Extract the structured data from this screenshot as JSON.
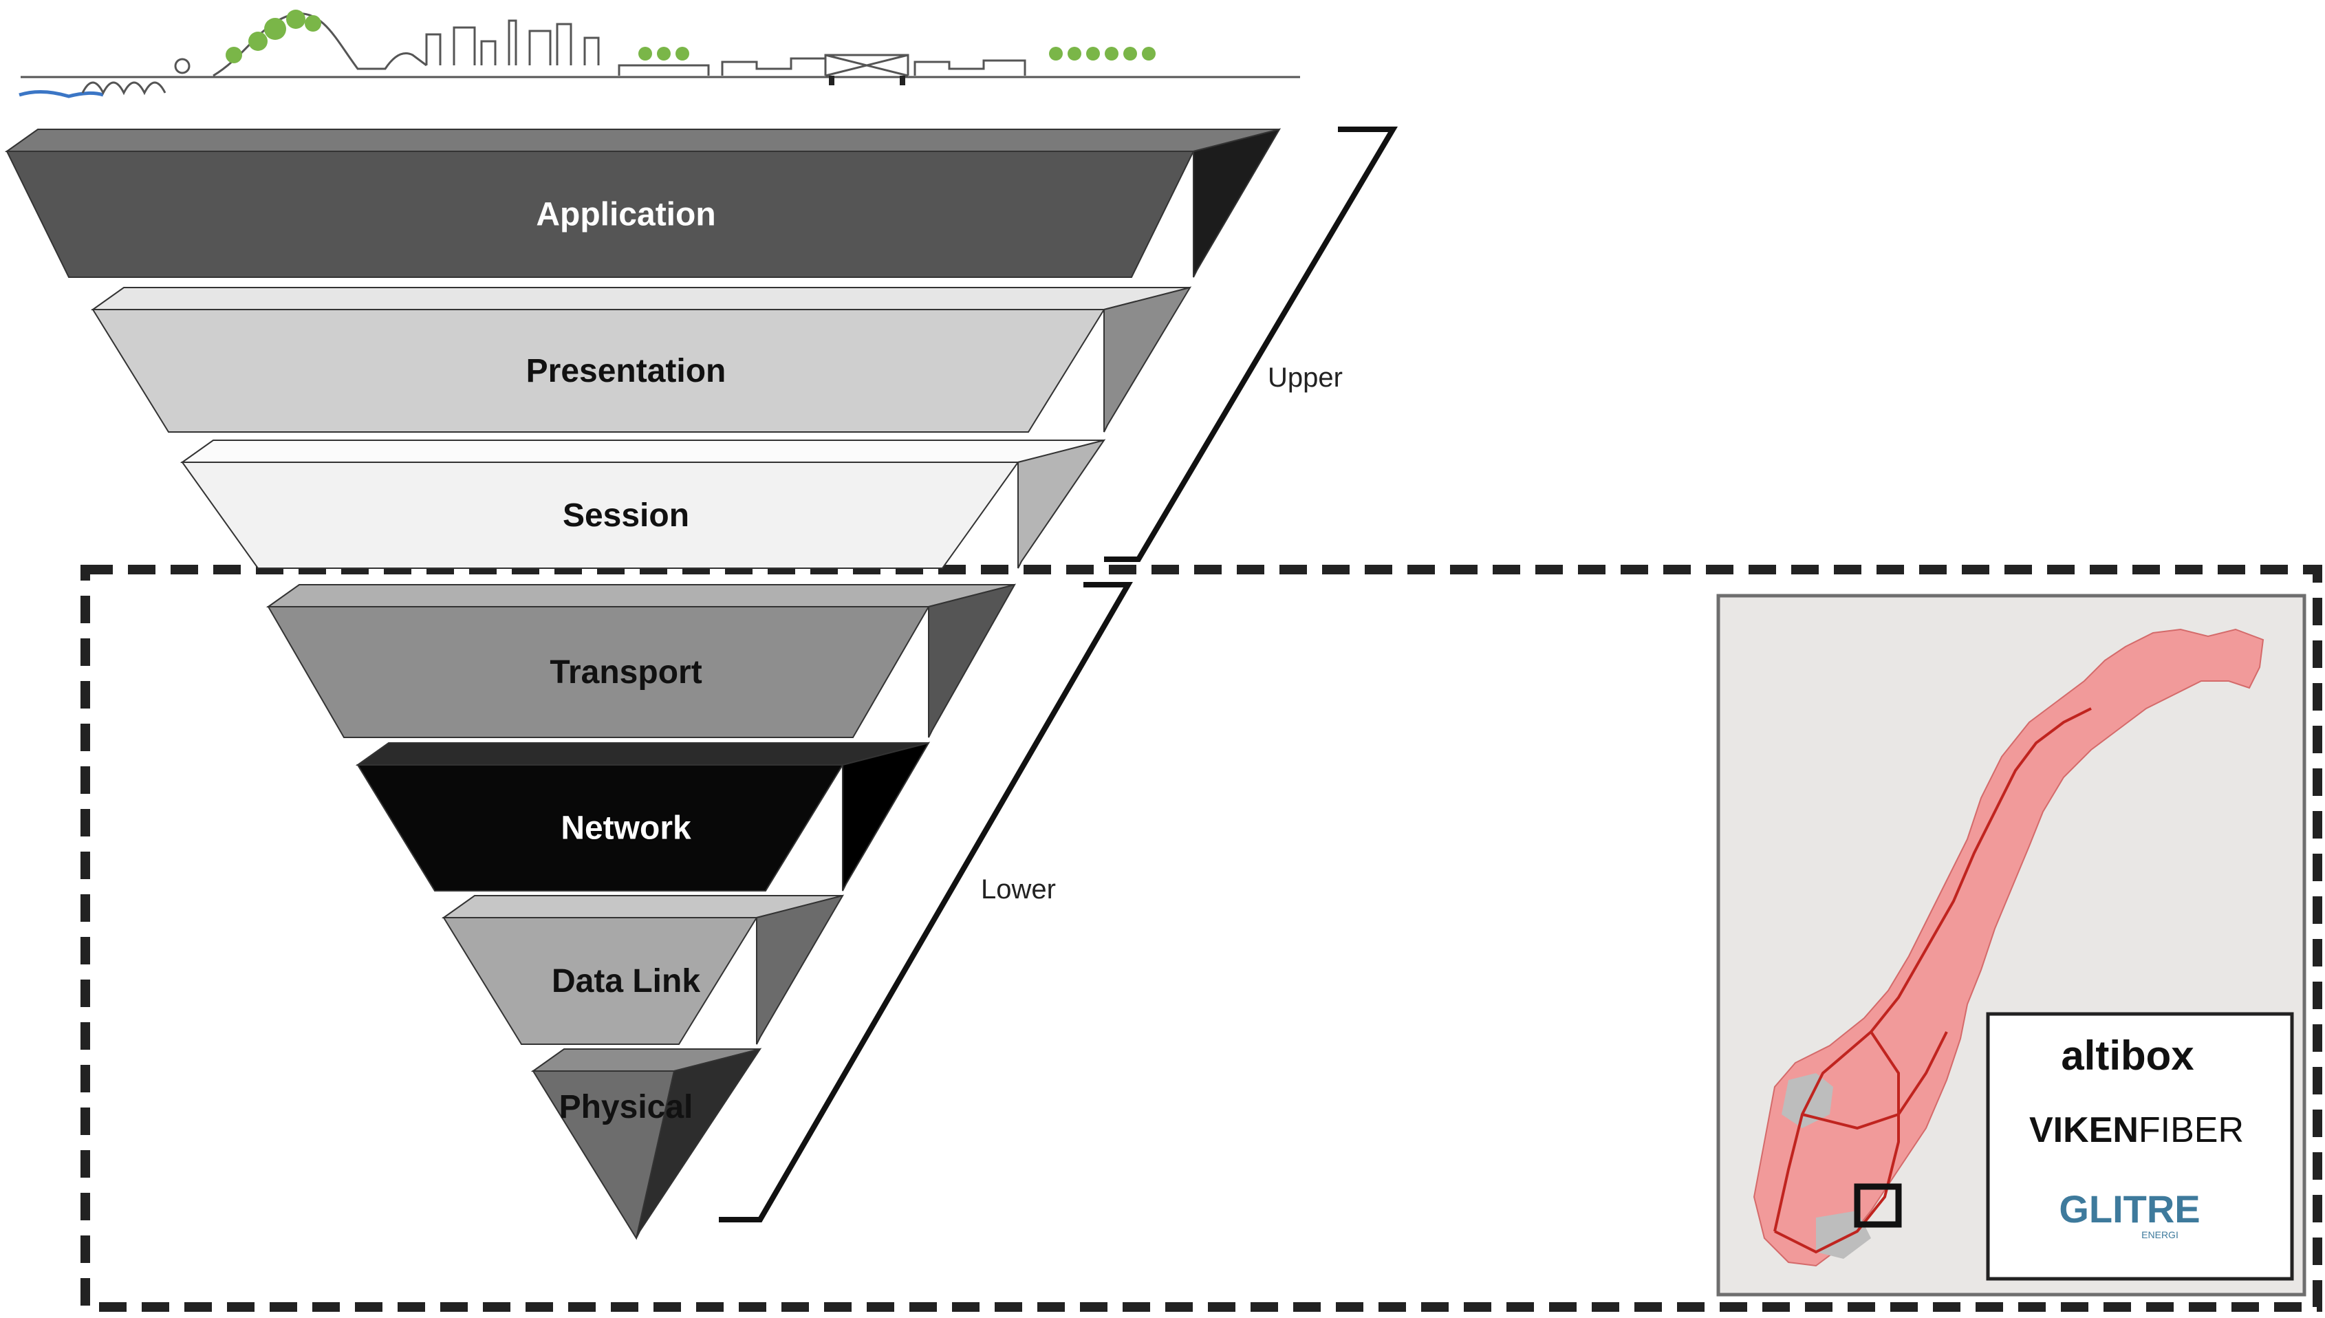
{
  "diagram": {
    "layers": [
      {
        "name": "Application",
        "face": "#555555",
        "top": "#7a7a7a",
        "side": "#1c1c1c",
        "text": "#ffffff"
      },
      {
        "name": "Presentation",
        "face": "#cfcfcf",
        "top": "#e6e6e6",
        "side": "#8c8c8c",
        "text": "#111111"
      },
      {
        "name": "Session",
        "face": "#f2f2f2",
        "top": "#fbfbfb",
        "side": "#b5b5b5",
        "text": "#111111"
      },
      {
        "name": "Transport",
        "face": "#8e8e8e",
        "top": "#b0b0b0",
        "side": "#555555",
        "text": "#111111"
      },
      {
        "name": "Network",
        "face": "#080808",
        "top": "#2b2b2b",
        "side": "#000000",
        "text": "#ffffff"
      },
      {
        "name": "Data Link",
        "face": "#a8a8a8",
        "top": "#c6c6c6",
        "side": "#6b6b6b",
        "text": "#111111"
      },
      {
        "name": "Physical",
        "face": "#6d6d6d",
        "top": "#8d8d8d",
        "side": "#2d2d2d",
        "text": "#111111"
      }
    ],
    "brackets": {
      "upper": "Upper",
      "lower": "Lower"
    }
  },
  "map_legend": {
    "logos": [
      "altibox",
      "VIKEN",
      "FIBER",
      "GLITRE",
      "ENERGI"
    ]
  },
  "colors": {
    "map_background": "#e9e7e5",
    "norway_fill": "#f19a9a",
    "route_line": "#c0241f",
    "dashed_border": "#222222",
    "glitre_blue": "#3e7a9c"
  }
}
